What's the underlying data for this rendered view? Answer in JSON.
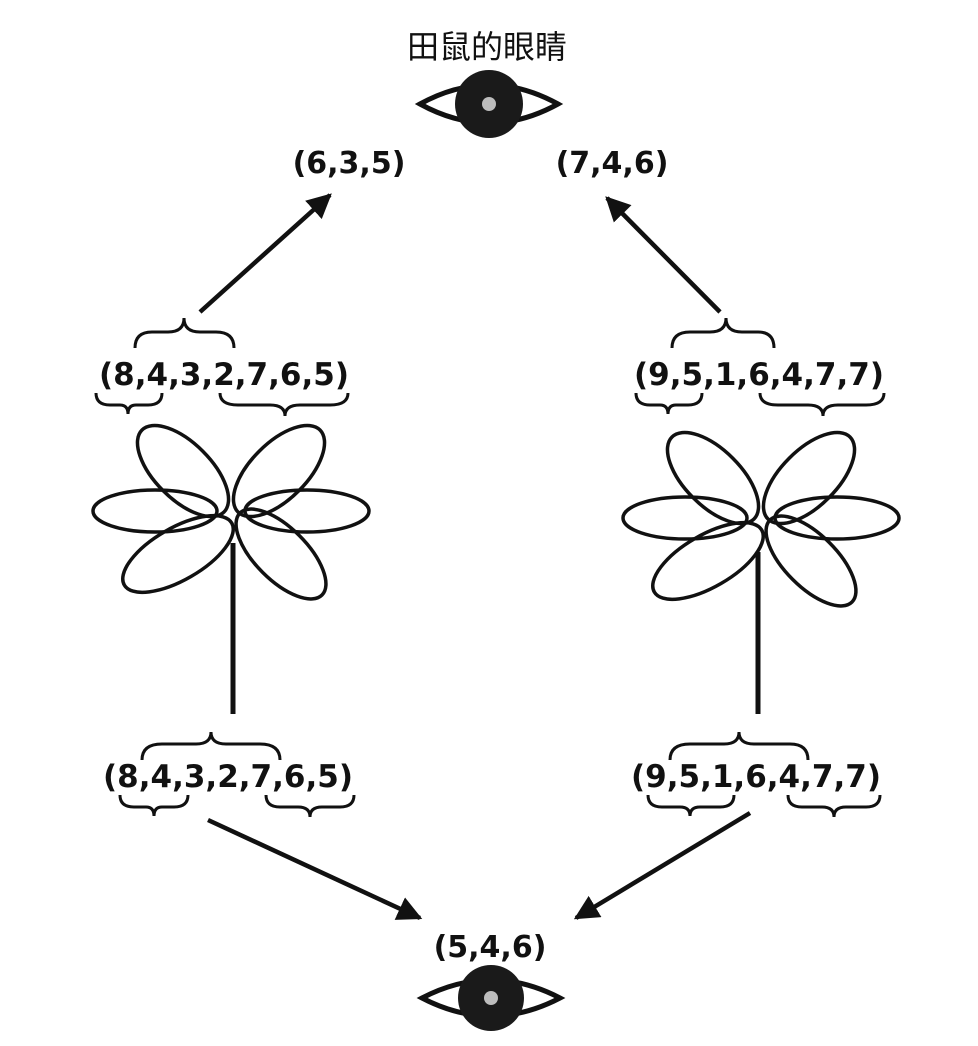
{
  "title": "田鼠的眼睛",
  "top_left_result": "(6,3,5)",
  "top_right_result": "(7,4,6)",
  "left_upper_sequence": "(8,4,3,2,7,6,5)",
  "right_upper_sequence": "(9,5,1,6,4,7,7)",
  "left_lower_sequence": "(8,4,3,2,7,6,5)",
  "right_lower_sequence": "(9,5,1,6,4,7,7)",
  "bottom_result": "(5,4,6)",
  "icons": {
    "top": "eye-icon",
    "bottom": "eye-icon",
    "left_flower": "flower-icon",
    "right_flower": "flower-icon"
  }
}
